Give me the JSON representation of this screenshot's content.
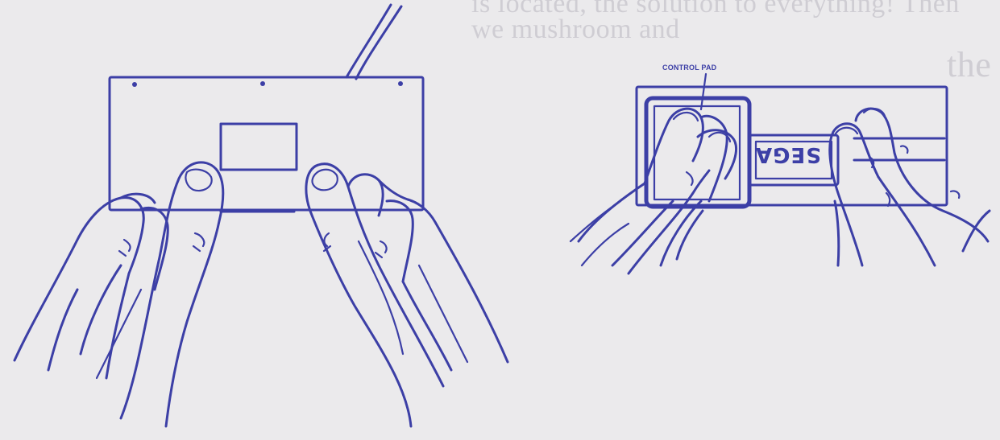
{
  "figure": {
    "left_panel": "controller-held-with-thumbs",
    "right_panel": "controller-control-pad-fingers"
  },
  "labels": {
    "control_pad": "CONTROL PAD"
  },
  "logo_text": "SEGA",
  "ink_color": "#3c3fa6",
  "paper_color": "#ebeaec",
  "bleed_through": {
    "line1": "is located, the solution to everything! Then",
    "line2": "we mushroom and",
    "line3": "the",
    "line4": "",
    "line5": "",
    "line6": "",
    "line7": "",
    "line8": "",
    "line9": "",
    "line10": "",
    "line11": "",
    "line12": "",
    "line13": ""
  }
}
